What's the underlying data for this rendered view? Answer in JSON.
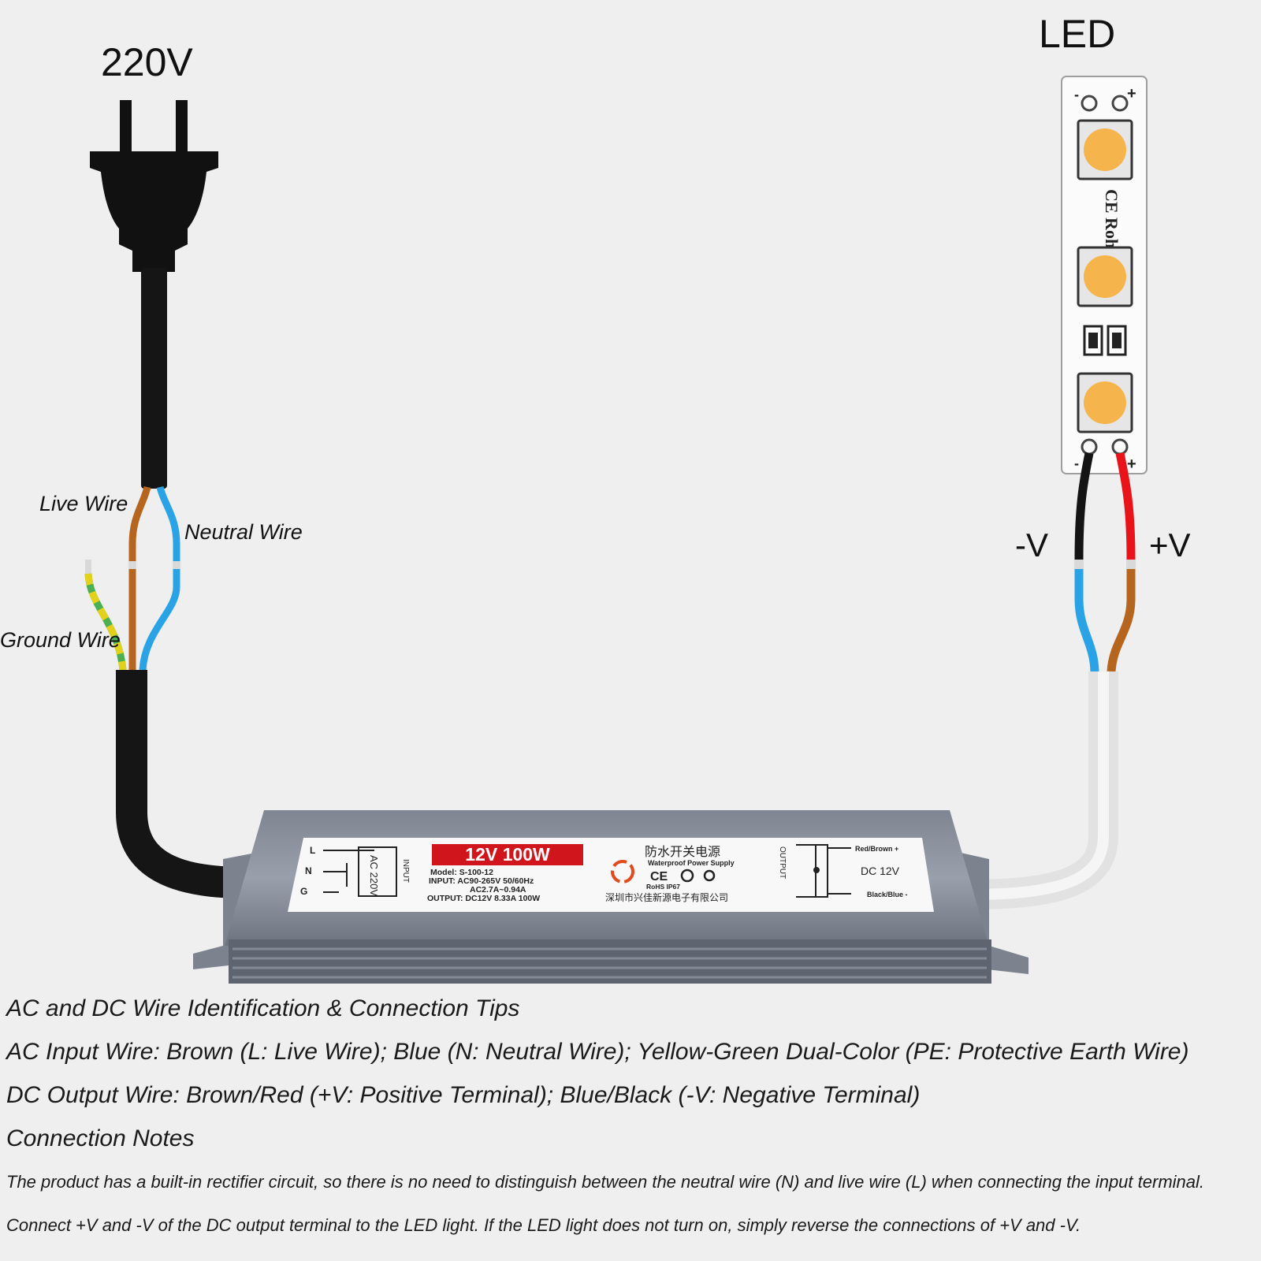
{
  "labels": {
    "voltage_in": "220V",
    "led": "LED",
    "live_wire": "Live Wire",
    "neutral_wire": "Neutral Wire",
    "ground_wire": "Ground Wire",
    "neg_v": "-V",
    "pos_v": "+V",
    "strip_marking": "CE Rohs",
    "strip_minus": "-",
    "strip_plus": "+"
  },
  "power_supply": {
    "title": "12V 100W",
    "model": "Model: S-100-12",
    "input": "INPUT: AC90-265V 50/60Hz",
    "input_current": "AC2.7A~0.94A",
    "output": "OUTPUT: DC12V 8.33A 100W",
    "chinese_title": "防水开关电源",
    "english_title": "Waterproof Power Supply",
    "rohs": "RoHS IP67",
    "company": "深圳市兴佳新源电子有限公司",
    "ac_block": "AC 220V",
    "input_tag": "INPUT",
    "terminal_l": "L",
    "terminal_n": "N",
    "terminal_g": "G",
    "dc_block": "DC 12V",
    "output_tag": "OUTPUT",
    "red_brown": "Red/Brown +",
    "black_blue": "Black/Blue -",
    "ce": "CE"
  },
  "notes": {
    "heading1": "AC and DC Wire Identification & Connection Tips",
    "ac_input": "AC Input Wire: Brown (L: Live Wire); Blue (N: Neutral Wire); Yellow-Green Dual-Color (PE: Protective Earth Wire)",
    "dc_output": "DC Output Wire: Brown/Red (+V: Positive Terminal); Blue/Black (-V: Negative Terminal)",
    "heading2": "Connection Notes",
    "note1": "The product has a built-in rectifier circuit, so there is no need to distinguish between the neutral wire (N) and live wire (L) when connecting the input terminal.",
    "note2": "Connect +V and -V of the DC output terminal to the LED light. If the LED light does not turn on, simply reverse the connections of +V and -V."
  },
  "colors": {
    "background": "#efefef",
    "live_brown": "#b5651d",
    "neutral_blue": "#2aa3e6",
    "ground_yellow": "#e3d21c",
    "ground_green": "#4caf50",
    "positive_red": "#e8141a",
    "negative_black": "#141414",
    "led_amber": "#f6b44c",
    "label_red": "#d0161c",
    "case_gray": "#8a909b"
  }
}
